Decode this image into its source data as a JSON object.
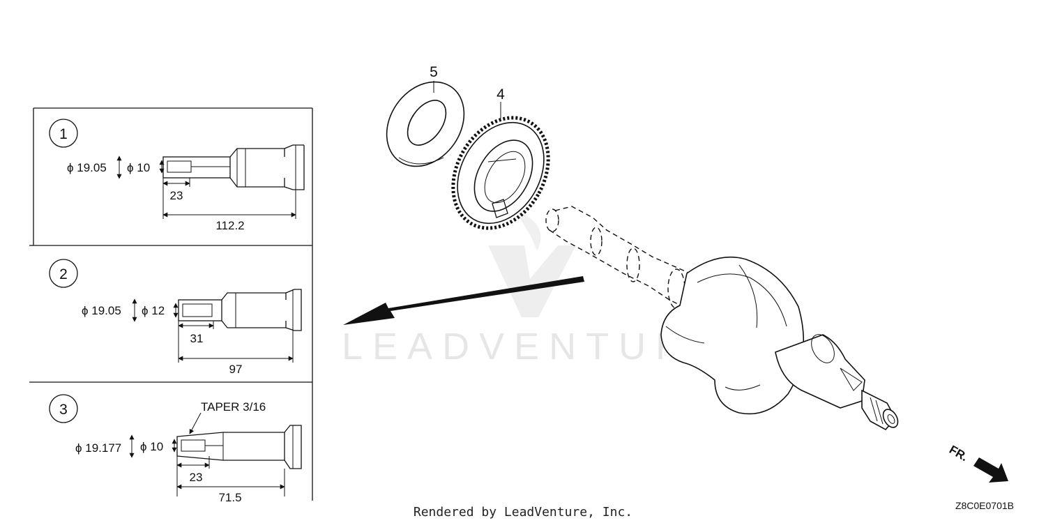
{
  "watermark": {
    "text": "LEADVENTURE"
  },
  "footer": {
    "rendered_by": "Rendered by LeadVenture, Inc.",
    "diagram_code": "Z8C0E0701B"
  },
  "direction": {
    "label": "FR."
  },
  "callouts": {
    "gear_number": "4",
    "washer_number": "5"
  },
  "variants": [
    {
      "number": "1",
      "outer_diameter": "ϕ 19.05",
      "inner_diameter": "ϕ 10",
      "depth": "23",
      "length": "112.2"
    },
    {
      "number": "2",
      "outer_diameter": "ϕ 19.05",
      "inner_diameter": "ϕ 12",
      "depth": "31",
      "length": "97"
    },
    {
      "number": "3",
      "outer_diameter": "ϕ 19.177",
      "inner_diameter": "ϕ 10",
      "depth": "23",
      "length": "71.5",
      "note": "TAPER 3/16"
    }
  ]
}
